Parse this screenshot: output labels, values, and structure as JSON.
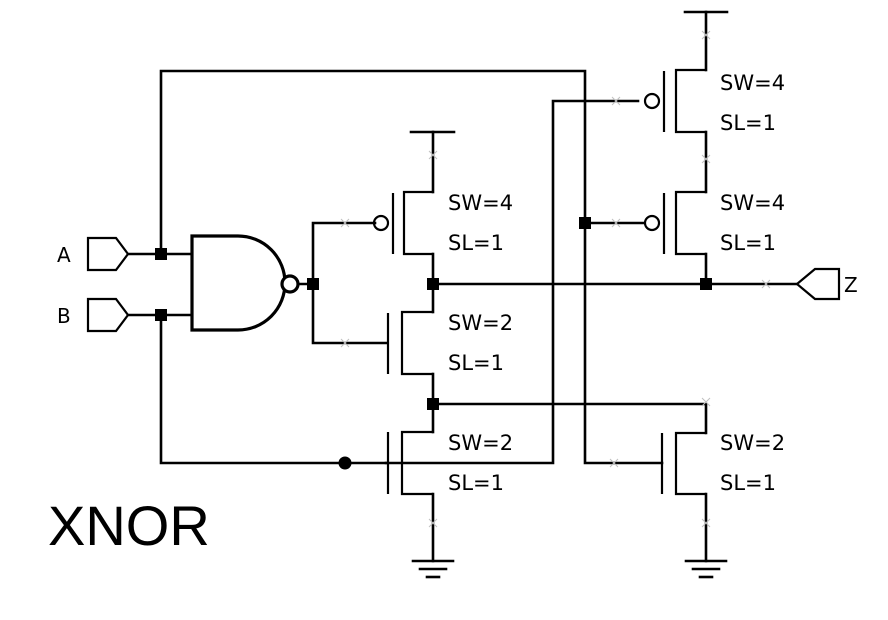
{
  "title": "XNOR",
  "pins": {
    "input_a": "A",
    "input_b": "B",
    "output_z": "Z"
  },
  "transistors": {
    "p_inv": {
      "sw": "SW=4",
      "sl": "SL=1"
    },
    "n_inv": {
      "sw": "SW=2",
      "sl": "SL=1"
    },
    "n_bot": {
      "sw": "SW=2",
      "sl": "SL=1"
    },
    "p_top": {
      "sw": "SW=4",
      "sl": "SL=1"
    },
    "p_mid": {
      "sw": "SW=4",
      "sl": "SL=1"
    },
    "n_right": {
      "sw": "SW=2",
      "sl": "SL=1"
    }
  }
}
